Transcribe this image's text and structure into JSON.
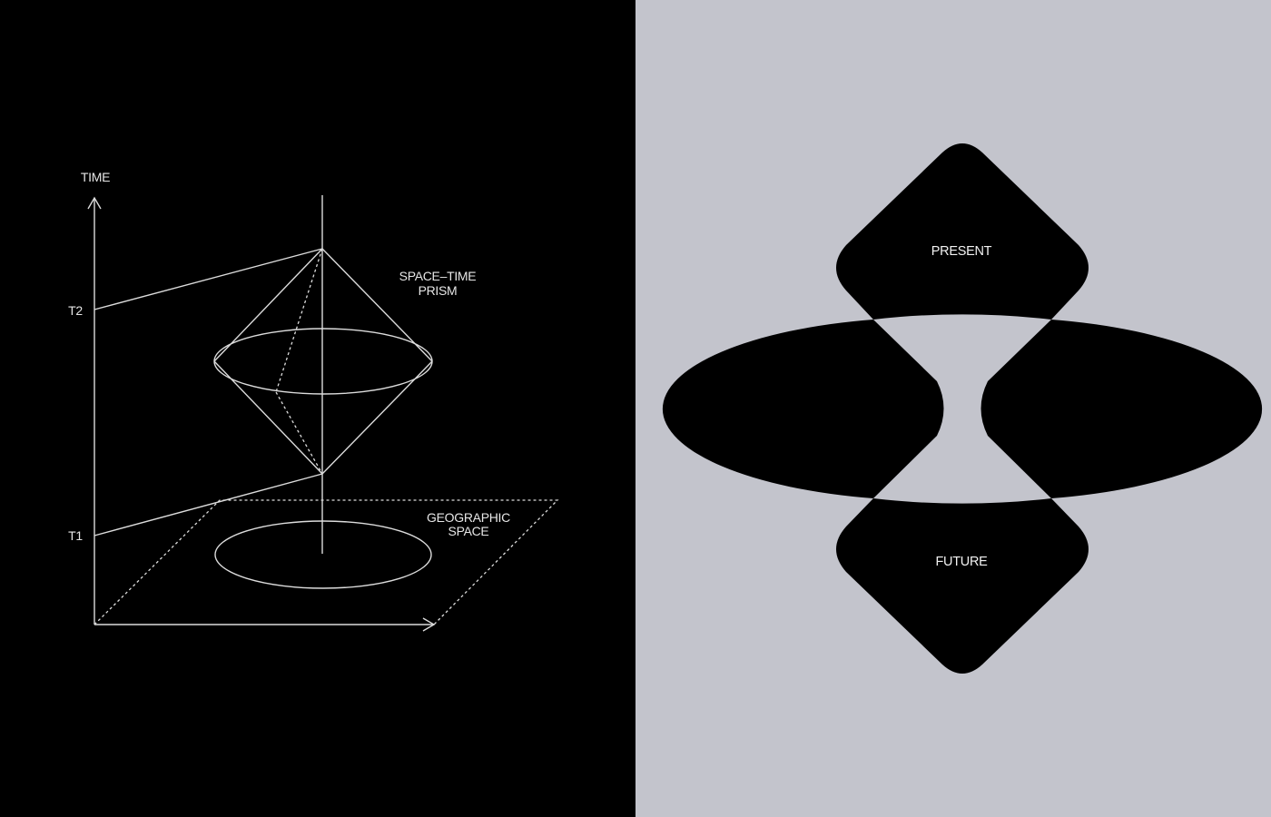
{
  "left_panel": {
    "background": "#000000",
    "line_color": "#dcdcdc",
    "axis_time_label": "TIME",
    "t2_label": "T2",
    "t1_label": "T1",
    "prism_label_line1": "SPACE–TIME",
    "prism_label_line2": "PRISM",
    "geo_label_line1": "GEOGRAPHIC",
    "geo_label_line2": "SPACE"
  },
  "right_panel": {
    "background": "#c3c4cc",
    "shape_color": "#000000",
    "present_label": "PRESENT",
    "future_label": "FUTURE"
  }
}
